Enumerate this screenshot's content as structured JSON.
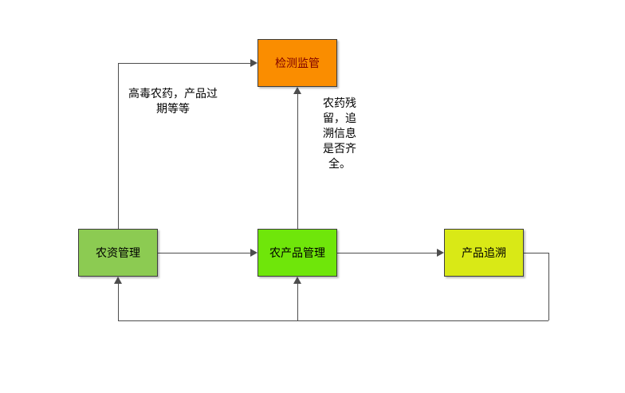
{
  "diagram": {
    "background": "#FFFFFF",
    "line_color": "#4D4D4D",
    "border_color": "#3D3D3D",
    "nodes": [
      {
        "id": "detect",
        "label": "检测监管",
        "fill": "#FA8D00",
        "text_color": "#800000"
      },
      {
        "id": "supply",
        "label": "农资管理",
        "fill": "#8CCB52",
        "text_color": "#000000"
      },
      {
        "id": "produce",
        "label": "农产品管理",
        "fill": "#6FE60A",
        "text_color": "#000000"
      },
      {
        "id": "trace",
        "label": "产品追溯",
        "fill": "#D9E916",
        "text_color": "#000000"
      }
    ],
    "annotations": [
      {
        "id": "note-supply-detect",
        "text": "高毒农药，产品过\n期等等"
      },
      {
        "id": "note-produce-detect",
        "text": "农药残\n留，追\n溯信息\n是否齐\n全。"
      }
    ],
    "edges": [
      {
        "from": "supply",
        "to": "detect",
        "note": "高毒农药，产品过期等等"
      },
      {
        "from": "produce",
        "to": "detect",
        "note": "农药残留，追溯信息是否齐全。"
      },
      {
        "from": "supply",
        "to": "produce",
        "note": ""
      },
      {
        "from": "produce",
        "to": "trace",
        "note": ""
      },
      {
        "from": "trace",
        "to": "supply",
        "note": ""
      },
      {
        "from": "trace",
        "to": "produce",
        "note": ""
      }
    ]
  }
}
